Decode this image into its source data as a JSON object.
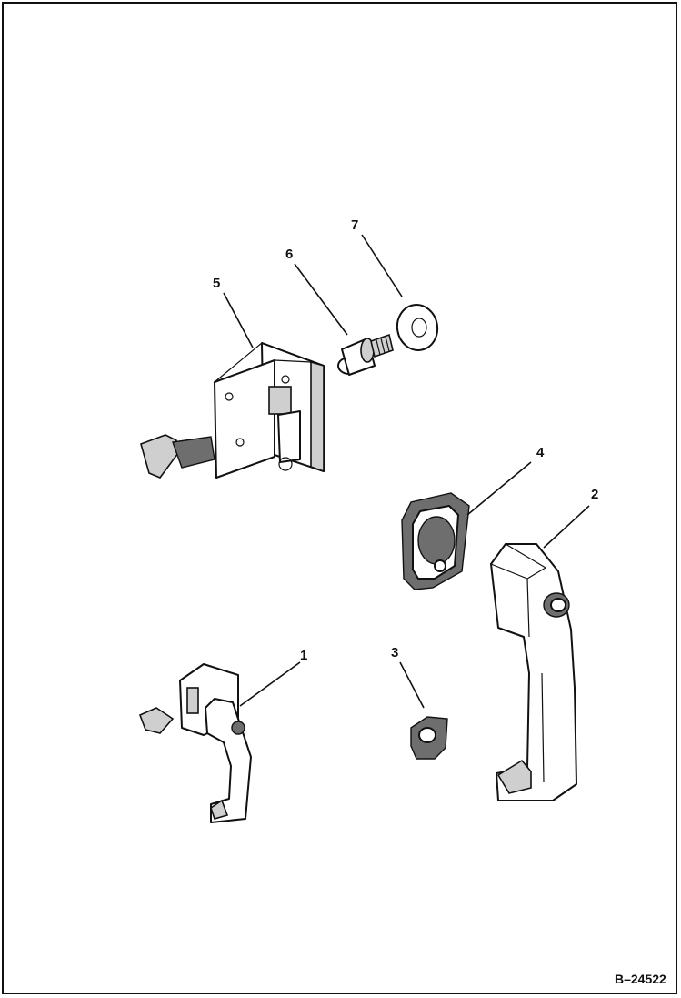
{
  "callouts": {
    "c1": "1",
    "c2": "2",
    "c3": "3",
    "c4": "4",
    "c5": "5",
    "c6": "6",
    "c7": "7"
  },
  "figure_id": "B–24522"
}
